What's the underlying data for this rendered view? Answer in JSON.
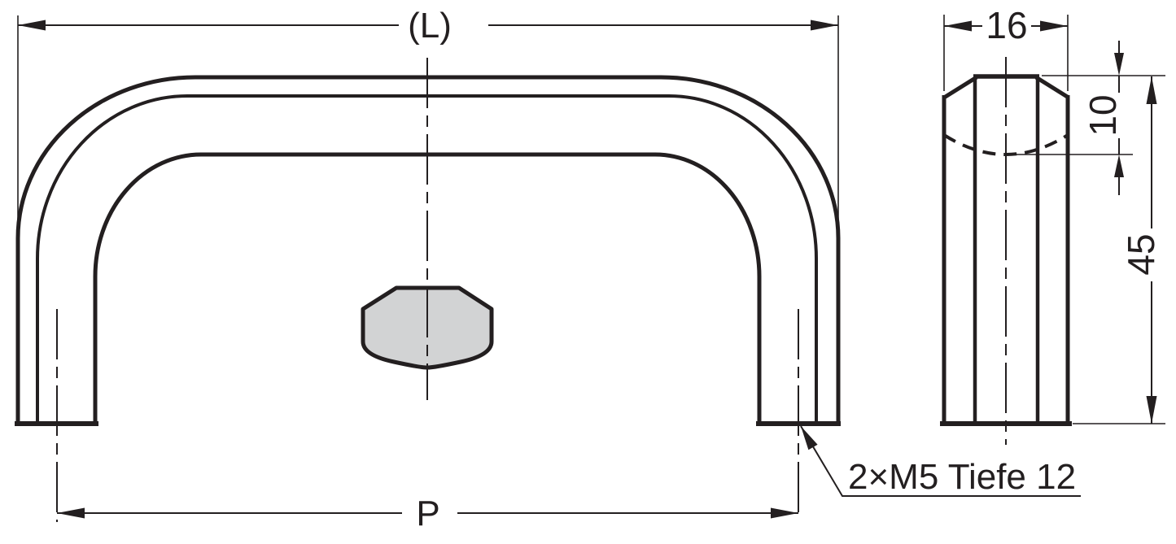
{
  "drawing": {
    "colors": {
      "line": "#231f20",
      "section_fill": "#d2d3d4",
      "background": "#ffffff"
    },
    "front_view": {
      "length_label": "(L)",
      "pitch_label": "P",
      "thread_note": "2×M5 Tiefe 12"
    },
    "side_view": {
      "width_label": "16",
      "top_depth_label": "10",
      "height_label": "45"
    }
  }
}
